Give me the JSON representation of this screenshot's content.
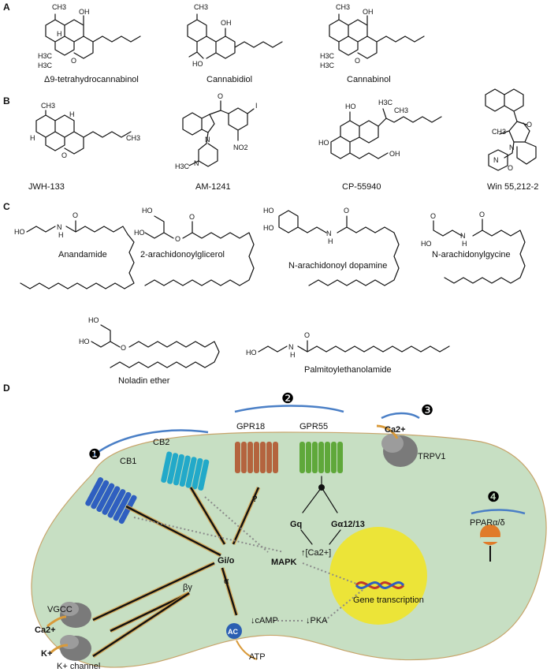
{
  "panels": {
    "a": "A",
    "b": "B",
    "c": "C",
    "d": "D"
  },
  "panel_a": {
    "thc": {
      "label": "Δ9-tetrahydrocannabinol",
      "atoms": [
        "CH3",
        "OH",
        "H",
        "H3C",
        "H3C",
        "O"
      ]
    },
    "cbd": {
      "label": "Cannabidiol",
      "atoms": [
        "CH3",
        "OH",
        "HO"
      ]
    },
    "cbn": {
      "label": "Cannabinol",
      "atoms": [
        "CH3",
        "OH",
        "H3C",
        "H3C",
        "O"
      ]
    }
  },
  "panel_b": {
    "jwh": {
      "label": "JWH-133",
      "atoms": [
        "CH3",
        "O",
        "H",
        "H",
        "CH3"
      ]
    },
    "am": {
      "label": "AM-1241",
      "atoms": [
        "O",
        "I",
        "N",
        "N",
        "H3C",
        "NO2"
      ]
    },
    "cp": {
      "label": "CP-55940",
      "atoms": [
        "HO",
        "H3C",
        "CH3",
        "HO",
        "OH"
      ]
    },
    "win": {
      "label": "Win 55,212-2",
      "atoms": [
        "O",
        "N",
        "O",
        "CH3",
        "N"
      ]
    }
  },
  "panel_c": {
    "anandamide": {
      "label": "Anandamide",
      "atoms": [
        "HO",
        "N",
        "H",
        "O"
      ]
    },
    "ag2": {
      "label": "2-arachidonoylglicerol",
      "atoms": [
        "HO",
        "HO",
        "O",
        "O"
      ]
    },
    "nada": {
      "label": "N-arachidonoyl dopamine",
      "atoms": [
        "HO",
        "HO",
        "N",
        "H",
        "O"
      ]
    },
    "nagly": {
      "label": "N-arachidonylgycine",
      "atoms": [
        "O",
        "HO",
        "N",
        "H",
        "O"
      ]
    },
    "noladin": {
      "label": "Noladin ether",
      "atoms": [
        "HO",
        "HO",
        "O"
      ]
    },
    "pea": {
      "label": "Palmitoylethanolamide",
      "atoms": [
        "HO",
        "N",
        "H",
        "O"
      ]
    }
  },
  "panel_d": {
    "markers": [
      "❶",
      "❷",
      "❸",
      "❹"
    ],
    "receptors": {
      "cb1": "CB1",
      "cb2": "CB2",
      "gpr18": "GPR18",
      "gpr55": "GPR55",
      "trpv1": "TRPV1",
      "ppar": "PPARα/δ"
    },
    "gio": "Gi/o",
    "alpha": "α",
    "beta_gamma": "βγ",
    "question": "?",
    "gq": "Gq",
    "g1213": "Gα12/13",
    "ca_rise": "↑[Ca2+]",
    "mapk": "MAPK",
    "camp": "↓cAMP",
    "pka": "↓PKA",
    "ac": "AC",
    "atp": "ATP",
    "gene": "Gene transcription",
    "vgcc": "VGCC",
    "ca_ion": "Ca2+",
    "k_ion": "K+",
    "k_channel": "K+ channel",
    "colors": {
      "cell": "#c7dfc3",
      "cb1": "#2f5fc0",
      "cb2": "#22a9c9",
      "gpr18": "#b4643e",
      "gpr55": "#5fa83a",
      "nucleus": "#ece438",
      "bracket": "#4a7fc6",
      "ac": "#2b5fb2"
    }
  }
}
